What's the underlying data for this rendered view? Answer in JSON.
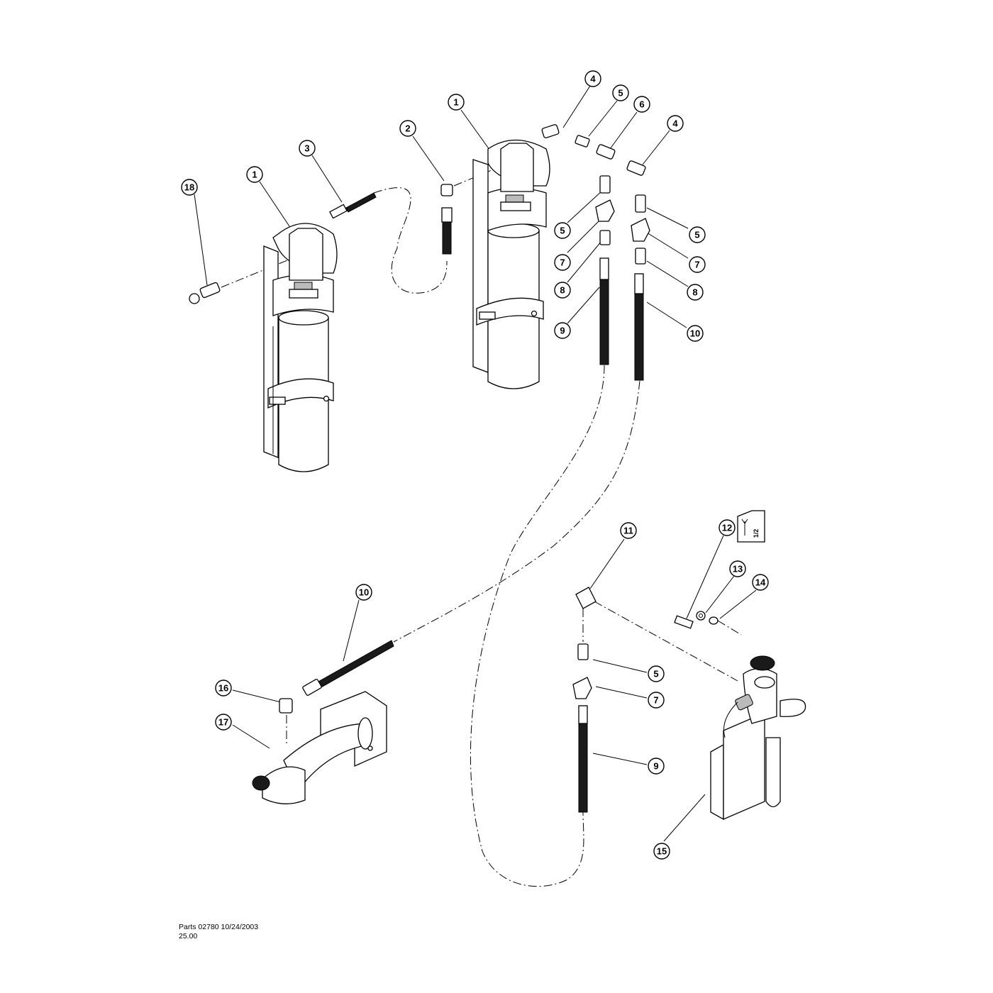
{
  "callouts": [
    "18",
    "1",
    "3",
    "2",
    "1",
    "4",
    "5",
    "6",
    "4",
    "5",
    "7",
    "8",
    "9",
    "5",
    "7",
    "8",
    "10",
    "11",
    "12",
    "13",
    "14",
    "10",
    "16",
    "17",
    "5",
    "7",
    "9",
    "15"
  ],
  "tool_tag": {
    "size": "1/2",
    "icon": "wrench-icon"
  },
  "footer": {
    "line1": "Parts 02780  10/24/2003",
    "line2": "25.00"
  }
}
